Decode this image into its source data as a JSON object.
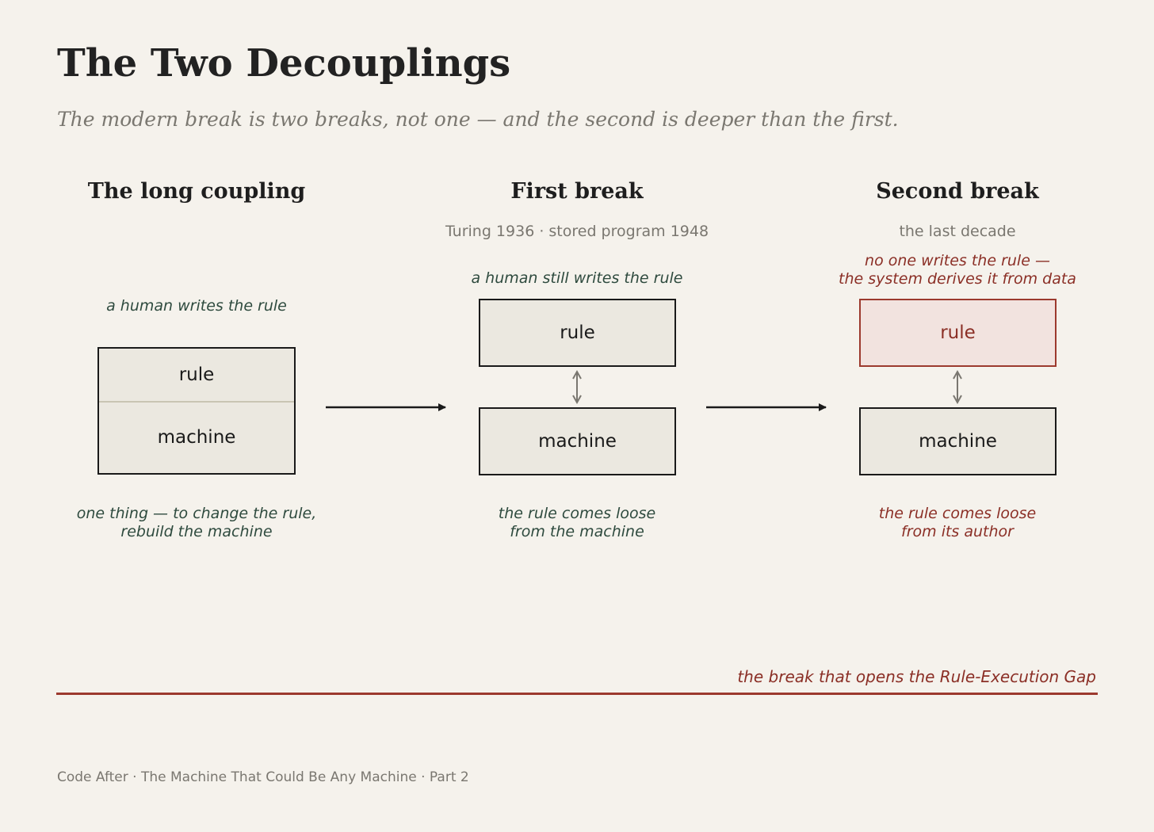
{
  "title": "The Two Decouplings",
  "subtitle": "The modern break is two breaks, not one — and the second is deeper than the first.",
  "columns": [
    {
      "heading": "The long coupling",
      "top_note": "a human writes the rule",
      "rule_label": "rule",
      "machine_label": "machine",
      "bottom_note": "one thing — to change the rule,\nrebuild the machine"
    },
    {
      "heading": "First break",
      "date_line": "Turing 1936 · stored program 1948",
      "top_note": "a human still writes the rule",
      "rule_label": "rule",
      "machine_label": "machine",
      "bottom_note": "the rule comes loose\nfrom the machine"
    },
    {
      "heading": "Second break",
      "date_line": "the last decade",
      "top_note": "no one writes the rule —\nthe system derives it from data",
      "rule_label": "rule",
      "machine_label": "machine",
      "bottom_note": "the rule comes loose\nfrom its author"
    }
  ],
  "gap_label": "the break that opens the Rule-Execution Gap",
  "footer": "Code After · The Machine That Could Be Any Machine · Part 2",
  "colors": {
    "background": "#f5f2ec",
    "accent_red": "#9c3a2e",
    "note_green": "#2e4a3e",
    "box_fill": "#ebe8e0",
    "red_box_fill": "#f2e3df"
  }
}
